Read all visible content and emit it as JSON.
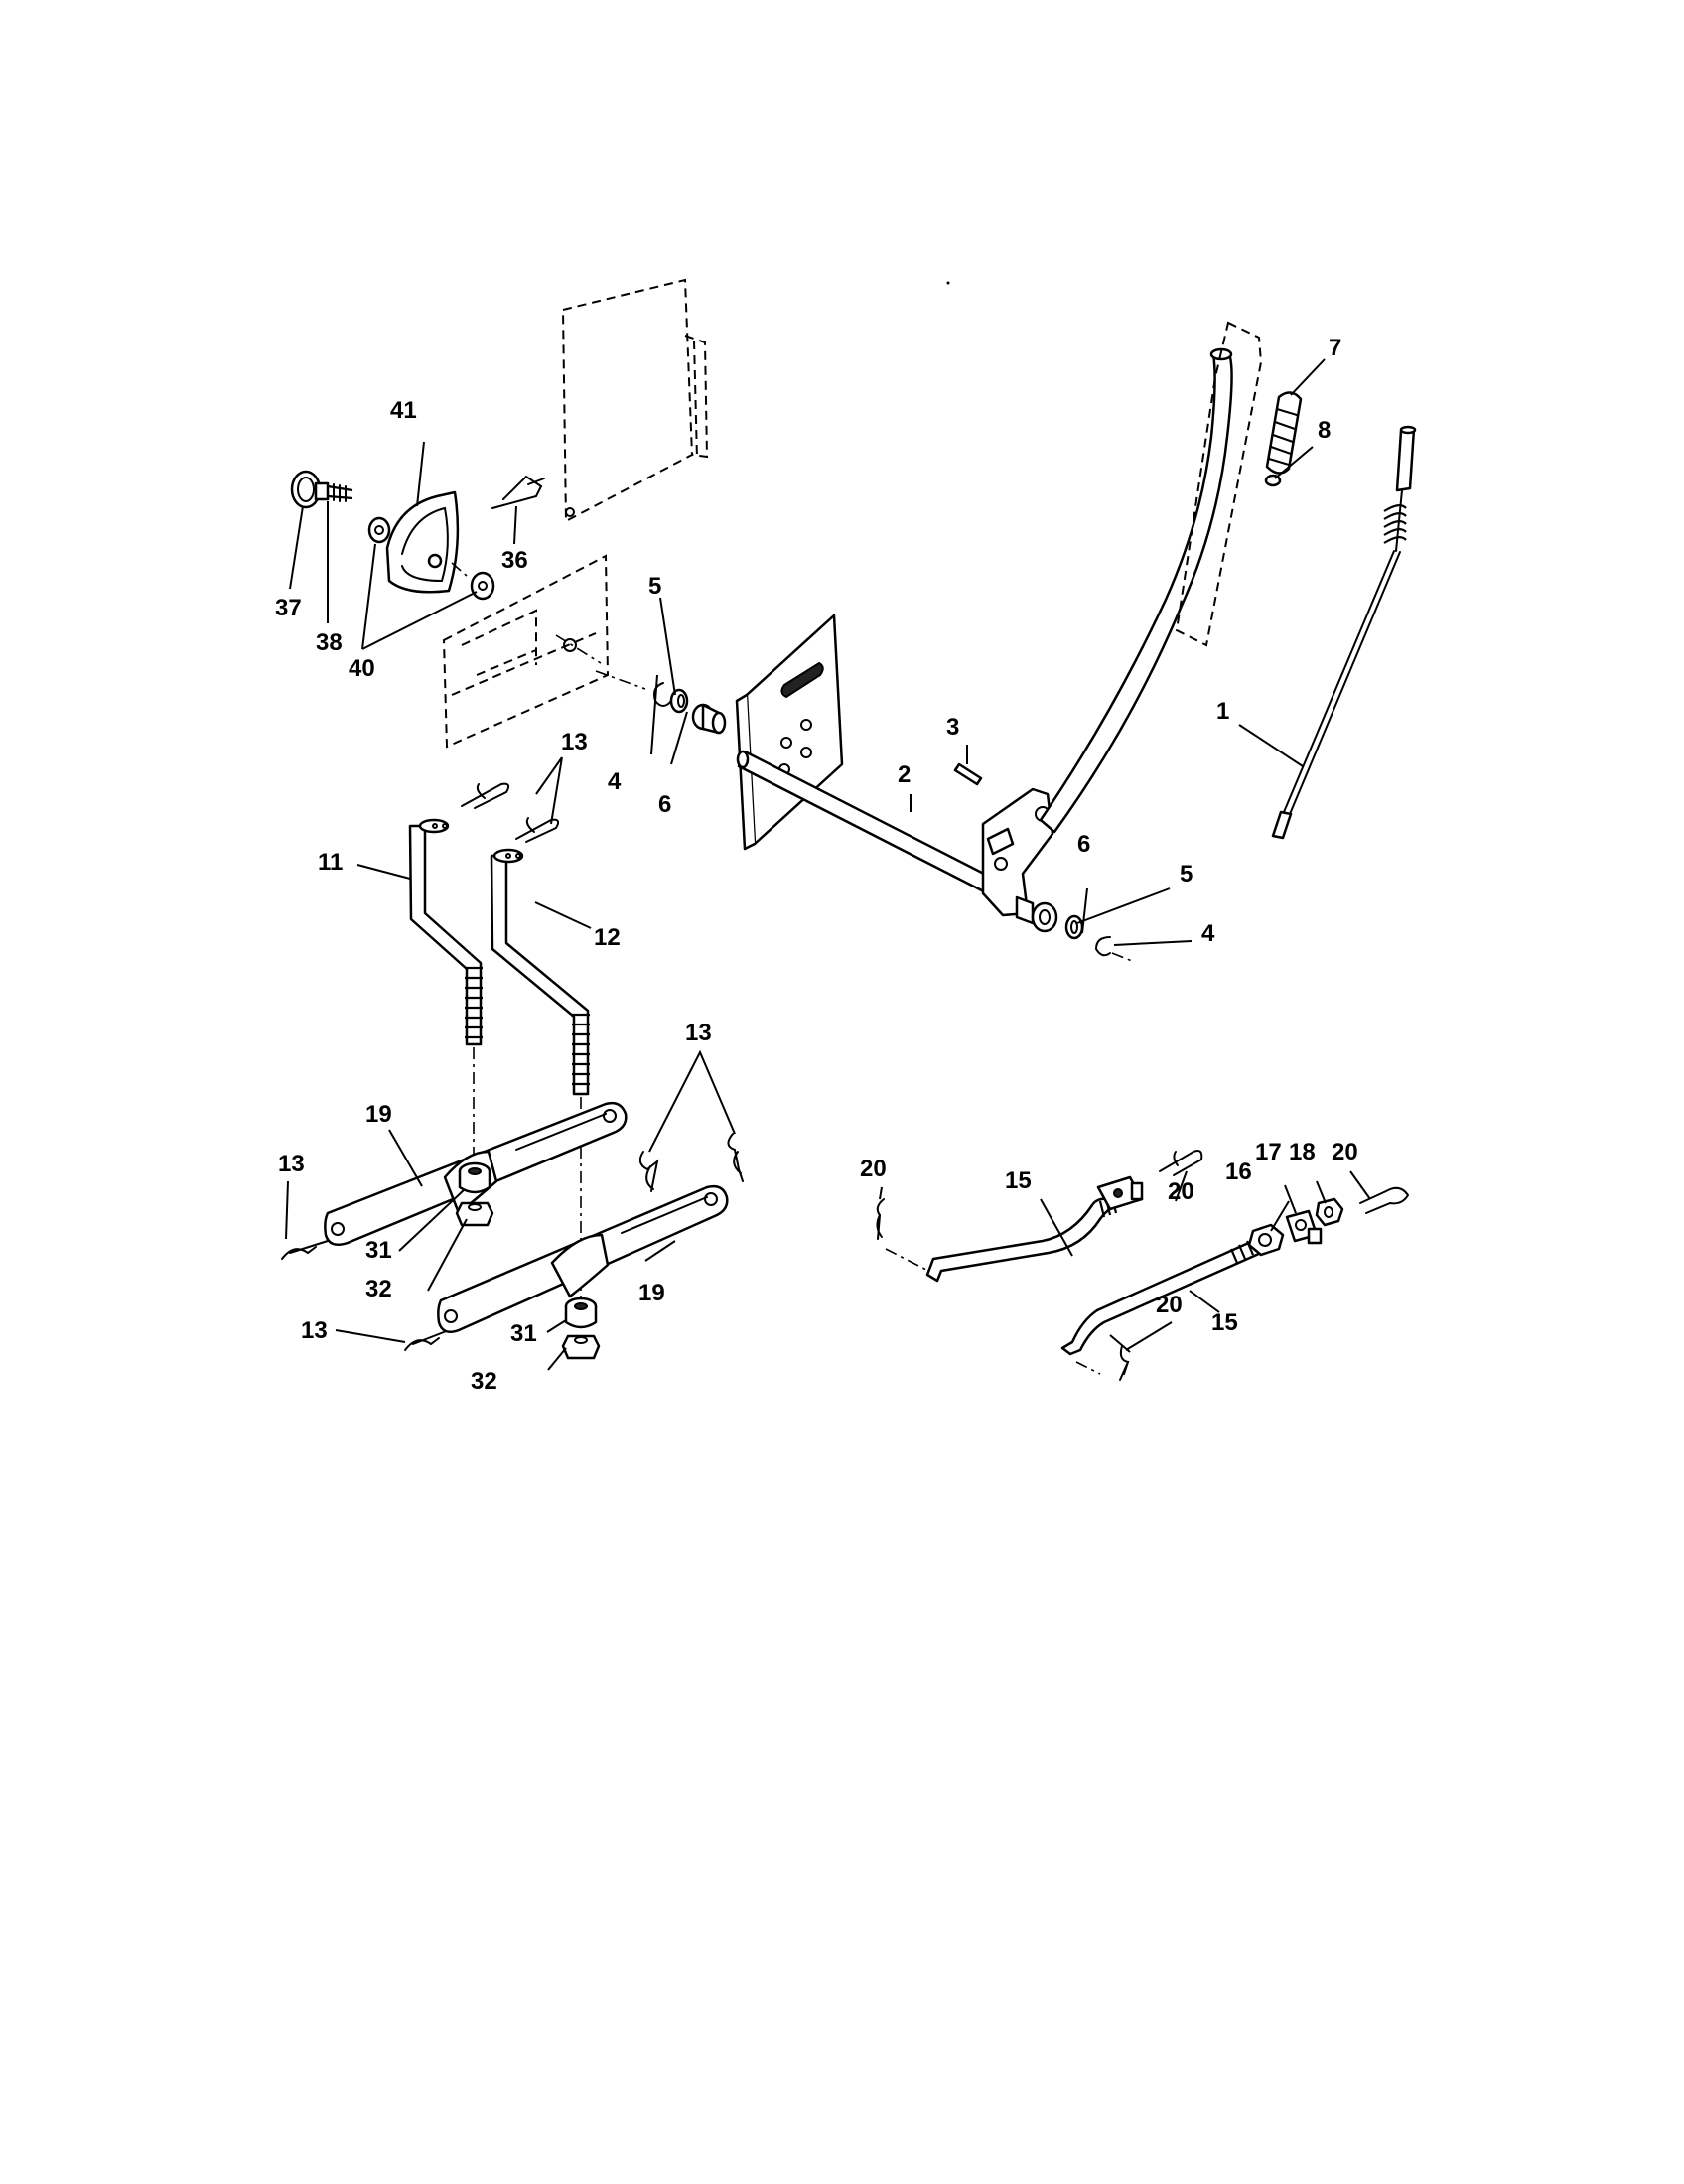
{
  "callouts": {
    "p1": "1",
    "p2": "2",
    "p3": "3",
    "p4a": "4",
    "p4b": "4",
    "p5a": "5",
    "p5b": "5",
    "p6a": "6",
    "p6b": "6",
    "p7": "7",
    "p8": "8",
    "p11": "11",
    "p12": "12",
    "p13a": "13",
    "p13b": "13",
    "p13c": "13",
    "p13d": "13",
    "p15a": "15",
    "p15b": "15",
    "p16": "16",
    "p17": "17",
    "p18": "18",
    "p19a": "19",
    "p19b": "19",
    "p20a": "20",
    "p20b": "20",
    "p20c": "20",
    "p20d": "20",
    "p31a": "31",
    "p31b": "31",
    "p32a": "32",
    "p32b": "32",
    "p36": "36",
    "p37": "37",
    "p38": "38",
    "p40": "40",
    "p41": "41"
  }
}
